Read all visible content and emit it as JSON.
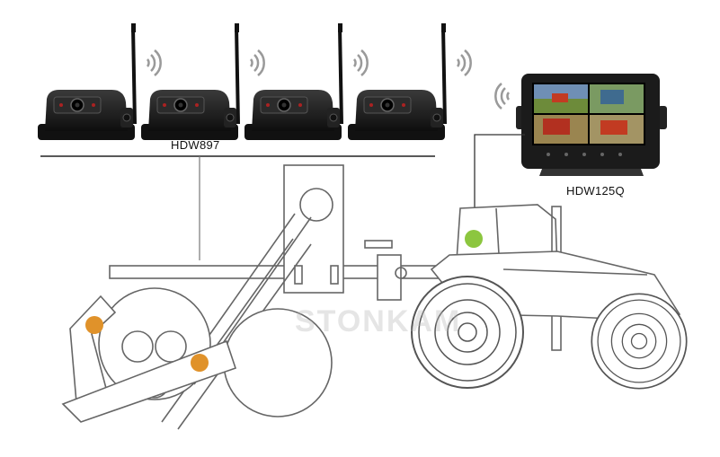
{
  "labels": {
    "camera_model": "HDW897",
    "monitor_model": "HDW125Q",
    "watermark": "STONKAM"
  },
  "cameras": {
    "count": 4,
    "icon": "wireless-camera-icon"
  },
  "signal_icon": "wifi-signal-icon",
  "monitor": {
    "quad_views": [
      "tractor-field-view",
      "crop-field-view",
      "combine-harvester-view",
      "tracked-tractor-view"
    ]
  },
  "markers": [
    {
      "name": "camera-mount-marker-front-left",
      "color": "#e0922a"
    },
    {
      "name": "camera-mount-marker-lower",
      "color": "#e0922a"
    },
    {
      "name": "monitor-mount-marker-cab",
      "color": "#8cc63f"
    }
  ],
  "colors": {
    "line": "#555555",
    "camera_body": "#1a1a1a",
    "wifi": "#9a9a9a"
  }
}
